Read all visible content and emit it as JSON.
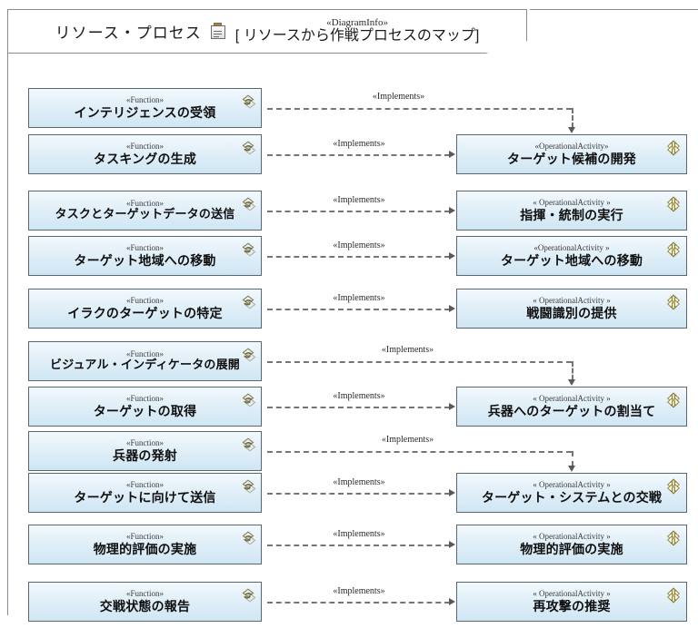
{
  "diagram": {
    "title": "リソース・プロセス",
    "title_icon": "diagram-info-icon",
    "title_stereotype": "«DiagramInfo»",
    "title_subtitle": "[ リソースから作戦プロセスのマップ]",
    "connector_label": "«Implements»",
    "function_stereotype": "«Function»",
    "activity_stereotype": "« OperationalActivity »",
    "function_icon": "function-icon",
    "activity_icon": "operational-activity-icon",
    "colors": {
      "node_fill_top": "#f2f9fd",
      "node_fill_bottom": "#cfe6f4",
      "node_border": "#5b6770",
      "connector": "#757575",
      "frame": "#8a8a8a"
    }
  },
  "functions": [
    {
      "stereotype": "«Function»",
      "label": "インテリジェンスの受領"
    },
    {
      "stereotype": "«Function»",
      "label": "タスキングの生成"
    },
    {
      "stereotype": "«Function»",
      "label": "タスクとターゲットデータの送信"
    },
    {
      "stereotype": "«Function»",
      "label": "ターゲット地域への移動"
    },
    {
      "stereotype": "«Function»",
      "label": "イラクのターゲットの特定"
    },
    {
      "stereotype": "«Function»",
      "label": "ビジュアル・インディケータの展開"
    },
    {
      "stereotype": "«Function»",
      "label": "ターゲットの取得"
    },
    {
      "stereotype": "«Function»",
      "label": "兵器の発射"
    },
    {
      "stereotype": "«Function»",
      "label": "ターゲットに向けて送信"
    },
    {
      "stereotype": "«Function»",
      "label": "物理的評価の実施"
    },
    {
      "stereotype": "«Function»",
      "label": "交戦状態の報告"
    }
  ],
  "activities": [
    {
      "stereotype": "«OperationalActivity»",
      "label": "ターゲット候補の開発"
    },
    {
      "stereotype": "« OperationalActivity »",
      "label": "指揮・統制の実行"
    },
    {
      "stereotype": "«OperationalActivity »",
      "label": "ターゲット地域への移動"
    },
    {
      "stereotype": "« OperationalActivity »",
      "label": "戦闘識別の提供"
    },
    {
      "stereotype": "« OperationalActivity »",
      "label": "兵器へのターゲットの割当て"
    },
    {
      "stereotype": "« OperationalActivity »",
      "label": "ターゲット・システムとの交戦"
    },
    {
      "stereotype": "« OperationalActivity »",
      "label": "物理的評価の実施"
    },
    {
      "stereotype": "« OperationalActivity »",
      "label": "再攻撃の推奨"
    }
  ],
  "connectors": [
    {
      "label": "«Implements»",
      "from": "インテリジェンスの受領",
      "to": "ターゲット候補の開発"
    },
    {
      "label": "«Implements»",
      "from": "タスキングの生成",
      "to": "ターゲット候補の開発"
    },
    {
      "label": "«Implements»",
      "from": "タスクとターゲットデータの送信",
      "to": "指揮・統制の実行"
    },
    {
      "label": "«Implements»",
      "from": "ターゲット地域への移動",
      "to": "ターゲット地域への移動"
    },
    {
      "label": "«Implements»",
      "from": "イラクのターゲットの特定",
      "to": "戦闘識別の提供"
    },
    {
      "label": "«Implements»",
      "from": "ビジュアル・インディケータの展開",
      "to": "兵器へのターゲットの割当て"
    },
    {
      "label": "«Implements»",
      "from": "ターゲットの取得",
      "to": "兵器へのターゲットの割当て"
    },
    {
      "label": "«Implements»",
      "from": "兵器の発射",
      "to": "ターゲット・システムとの交戦"
    },
    {
      "label": "«Implements»",
      "from": "ターゲットに向けて送信",
      "to": "ターゲット・システムとの交戦"
    },
    {
      "label": "«Implements»",
      "from": "物理的評価の実施",
      "to": "物理的評価の実施"
    },
    {
      "label": "«Implements»",
      "from": "交戦状態の報告",
      "to": "再攻撃の推奨"
    }
  ]
}
